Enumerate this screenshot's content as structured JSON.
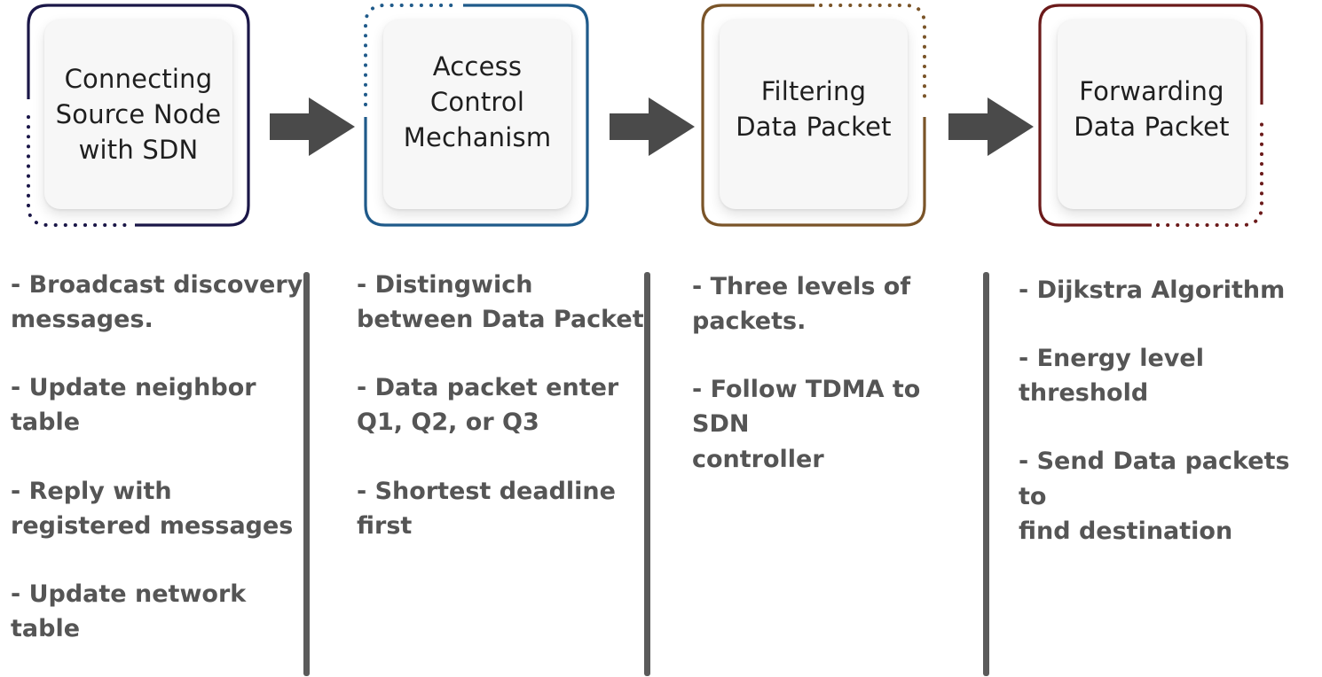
{
  "steps": [
    {
      "title_lines": [
        "Connecting",
        "Source Node",
        "with SDN"
      ],
      "color": "#1b1748",
      "bullets": [
        [
          "- Broadcast discovery",
          "messages."
        ],
        [
          "- Update neighbor",
          "table"
        ],
        [
          "- Reply with",
          "registered messages"
        ],
        [
          "- Update network",
          "table"
        ]
      ]
    },
    {
      "title_lines": [
        "Access",
        "Control",
        "Mechanism"
      ],
      "color": "#1f5a8a",
      "bullets": [
        [
          "- Distingwich",
          "between Data Packet"
        ],
        [
          "- Data packet enter",
          "Q1, Q2, or Q3"
        ],
        [
          "- Shortest deadline",
          "first"
        ]
      ]
    },
    {
      "title_lines": [
        "Filtering",
        "Data Packet"
      ],
      "color": "#7a5428",
      "bullets": [
        [
          "- Three levels of",
          "packets."
        ],
        [
          "- Follow TDMA to SDN",
          "controller"
        ]
      ]
    },
    {
      "title_lines": [
        "Forwarding",
        "Data Packet"
      ],
      "color": "#6b1a1a",
      "bullets": [
        [
          "- Dijkstra Algorithm"
        ],
        [
          "- Energy level threshold"
        ],
        [
          "- Send Data packets to",
          "find destination"
        ]
      ]
    }
  ],
  "arrow_color": "#4a4a4a",
  "divider_color": "#5b5b5b",
  "bullet_color": "#555555"
}
